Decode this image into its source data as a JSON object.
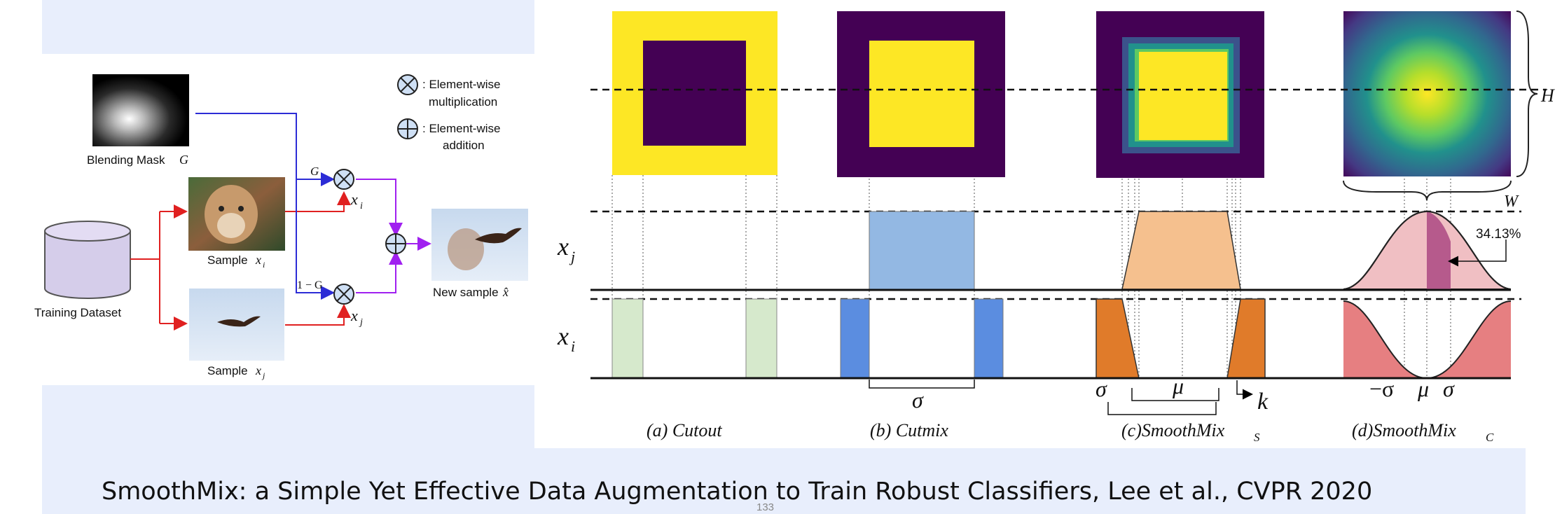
{
  "left_panel": {
    "blending_mask_label": "Blending Mask",
    "blending_mask_var": "G",
    "training_dataset_label": "Training Dataset",
    "sample_i_label": "Sample",
    "sample_i_var": "x",
    "sample_i_sub": "i",
    "sample_j_label": "Sample",
    "sample_j_var": "x",
    "sample_j_sub": "j",
    "new_sample_label": "New sample",
    "new_sample_var": "x̂",
    "g_label": "G",
    "one_minus_g_label": "1 − G",
    "xi_var": "x",
    "xi_sub": "i",
    "xj_var": "x",
    "xj_sub": "j",
    "legend_mult_line1": ": Element-wise",
    "legend_mult_line2": "multiplication",
    "legend_add_line1": ": Element-wise",
    "legend_add_line2": "addition"
  },
  "right_panel": {
    "row_label_xj": "x",
    "row_label_xj_sub": "j",
    "row_label_xi": "x",
    "row_label_xi_sub": "i",
    "h_label": "H",
    "w_label": "W",
    "percent_label": "34.13%",
    "cutmix_sigma": "σ",
    "smoothmix_sigma": "σ",
    "smoothmix_mu": "μ",
    "smoothmix_k": "k",
    "smoothmixc_neg_sigma": "−σ",
    "smoothmixc_mu": "μ",
    "smoothmixc_sigma": "σ",
    "subcaptions": [
      "(a) Cutout",
      "(b) Cutmix",
      "(c)SmoothMix",
      "(d)SmoothMix"
    ],
    "subcaption_subs": [
      "",
      "",
      "S",
      "C"
    ]
  },
  "colors": {
    "yellow": "#fde725",
    "purple": "#440154",
    "teal": "#21918c",
    "green": "#5ec962",
    "light_green": "#d6e9cc",
    "blue": "#5b8de0",
    "light_blue": "#93b8e3",
    "orange": "#e07b2a",
    "light_orange": "#f5c08e",
    "pink": "#e67f81",
    "light_pink": "#f0bfc3",
    "dark_pink": "#b65a8c",
    "arrow_red": "#e02020",
    "arrow_blue": "#2c2cd6",
    "arrow_violet": "#a020f0",
    "panel_bg": "#e8eefc"
  },
  "caption": "SmoothMix: a Simple Yet Effective Data Augmentation to Train Robust Classifiers, Lee et al., CVPR 2020",
  "page_number": "133"
}
